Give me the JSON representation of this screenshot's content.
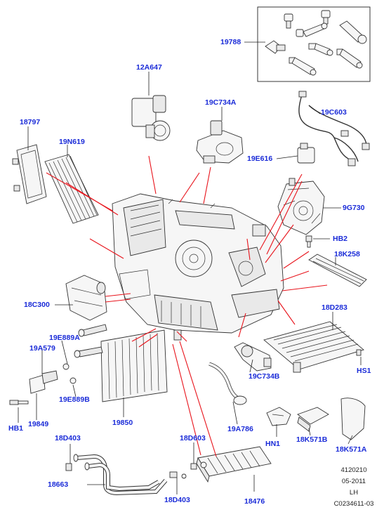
{
  "labels": {
    "l19788": "19788",
    "l12A647": "12A647",
    "l19C734A": "19C734A",
    "l19C603": "19C603",
    "l18797": "18797",
    "l19N619": "19N619",
    "l19E616": "19E616",
    "l9G730": "9G730",
    "lHB2": "HB2",
    "l18K258": "18K258",
    "l18C300": "18C300",
    "l18D283": "18D283",
    "l19E889A": "19E889A",
    "l19A579": "19A579",
    "lHS1": "HS1",
    "l19C734B": "19C734B",
    "l19E889B": "19E889B",
    "lHB1": "HB1",
    "l19849": "19849",
    "l19850": "19850",
    "l19A786": "19A786",
    "lHN1": "HN1",
    "l18K571B": "18K571B",
    "l18K571A": "18K571A",
    "l18D403a": "18D403",
    "l18D603": "18D603",
    "l18663": "18663",
    "l18D403b": "18D403",
    "l18476": "18476"
  },
  "reference": {
    "line1": "4120210",
    "line2": "05-2011",
    "line3": "LH",
    "line4": "C0234611-03"
  },
  "colors": {
    "label": "#1a2bd8",
    "callout": "#e8141c",
    "line": "#333333"
  }
}
